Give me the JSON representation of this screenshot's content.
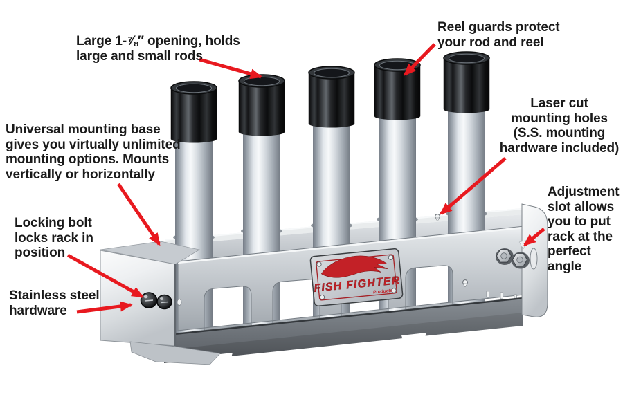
{
  "title": "Fish Fighter rod rack feature callout diagram",
  "brand_plate": {
    "name": "FISH FIGHTER",
    "tagline": "Products"
  },
  "product": {
    "rod_count": 5,
    "parts": [
      "reel guard caps",
      "rod tubes",
      "mounting rack",
      "locking bolts",
      "hex adjustment bolts",
      "logo plate"
    ]
  },
  "annotations": {
    "large_opening": {
      "lines": [
        "Large 1-⅞″ opening, holds",
        "large and small rods"
      ]
    },
    "reel_guards": {
      "lines": [
        "Reel guards protect",
        "your rod and reel"
      ]
    },
    "universal_base": {
      "lines": [
        "Universal mounting base",
        "gives you virtually unlimited",
        "mounting options. Mounts",
        "vertically or horizontally"
      ]
    },
    "laser_cut": {
      "lines": [
        "Laser cut",
        "mounting holes",
        "(S.S. mounting",
        "hardware included)"
      ]
    },
    "adjustment_slot": {
      "lines": [
        "Adjustment",
        "slot allows",
        "you to put",
        "rack at the",
        "perfect",
        "angle"
      ]
    },
    "locking_bolt": {
      "lines": [
        "Locking bolt",
        "locks rack in",
        "position"
      ]
    },
    "stainless_steel": {
      "lines": [
        "Stainless steel",
        "hardware"
      ]
    }
  },
  "colors": {
    "arrow_red": "#e8191f",
    "logo_red": "#c32127",
    "text": "#1a1a1a",
    "background": "#ffffff"
  }
}
